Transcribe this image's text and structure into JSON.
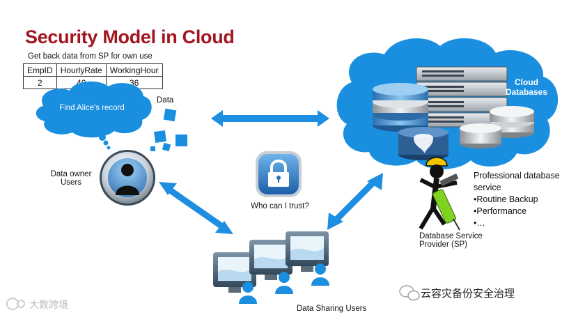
{
  "title": "Security Model in Cloud",
  "subtitle": "Get back data from SP for own use",
  "table": {
    "headers": [
      "EmpID",
      "HourlyRate",
      "WorkingHour"
    ],
    "rows": [
      [
        "2",
        "40",
        "36"
      ]
    ]
  },
  "data_label": "Data",
  "thought_bubble": "Find Alice's record",
  "owner_label": "Data owner Users",
  "trust_label": "Who can I trust?",
  "cloud_label": "Cloud Databases",
  "sp_desc": {
    "heading": "Professional database service",
    "items": [
      "•Routine Backup",
      "•Performance",
      "•…"
    ]
  },
  "sp_label": "Database Service Provider (SP)",
  "sharing_label": "Data Sharing Users",
  "watermark_left": "大数跨境",
  "watermark_right": "云容灾备份安全治理",
  "colors": {
    "title": "#a31520",
    "cloud": "#1a8fe0",
    "arrow": "#1e8ee0"
  }
}
